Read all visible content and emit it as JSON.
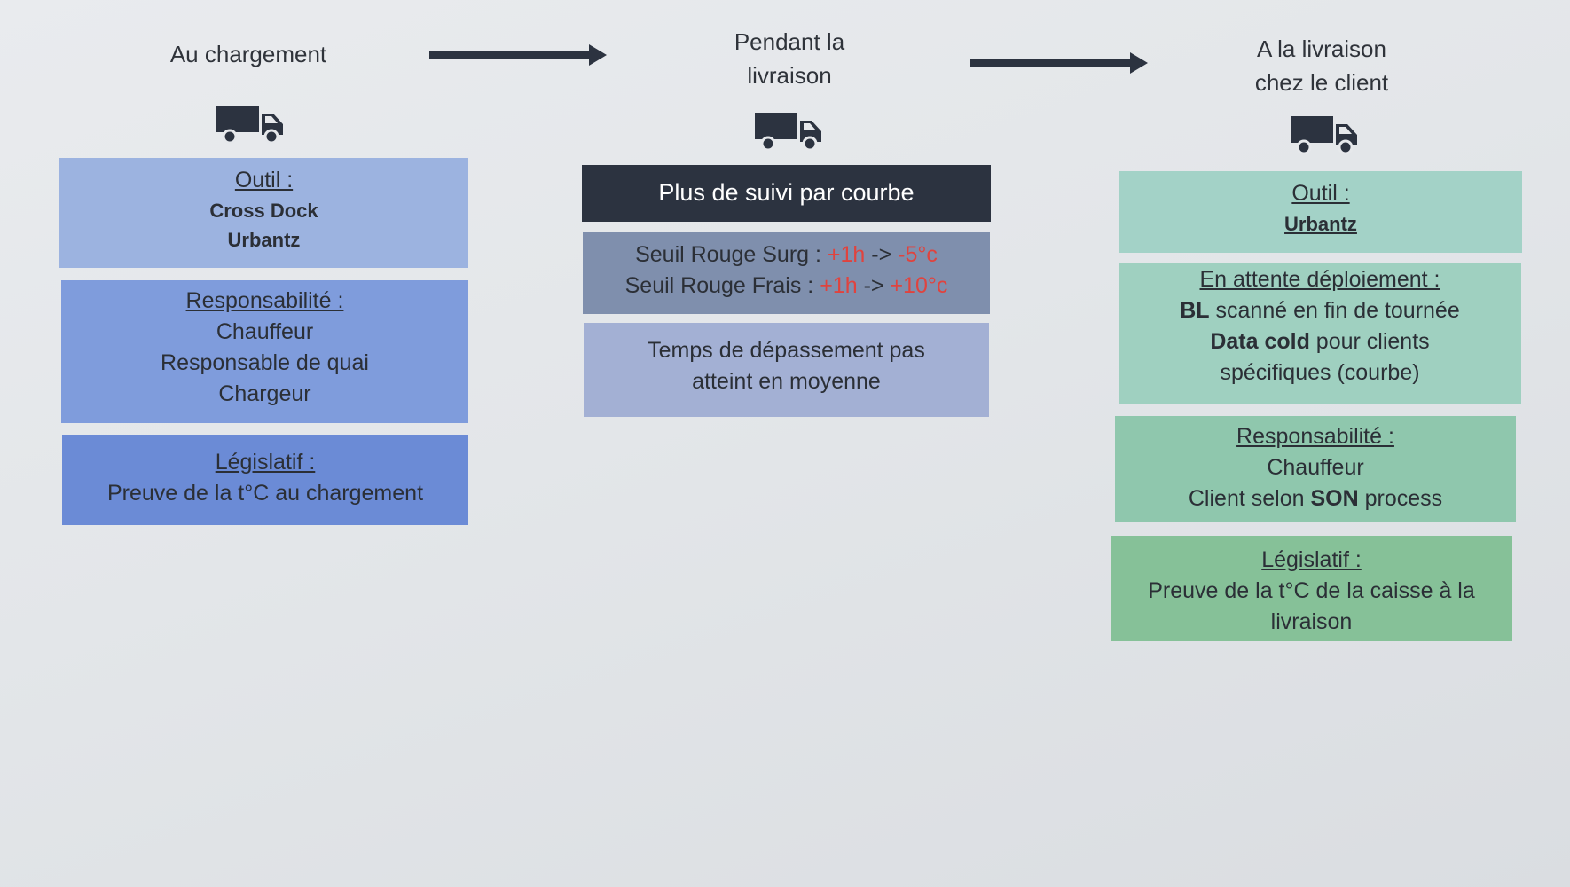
{
  "stages": {
    "loading": {
      "title": "Au chargement",
      "tool": {
        "heading": "Outil :",
        "lines": [
          "Cross Dock",
          "Urbantz"
        ]
      },
      "responsibility": {
        "heading": "Responsabilité :",
        "lines": [
          "Chauffeur",
          "Responsable de quai",
          "Chargeur"
        ]
      },
      "legal": {
        "heading": "Législatif :",
        "line": "Preuve de la t°C au chargement"
      }
    },
    "delivery": {
      "title_line1": "Pendant la",
      "title_line2": "livraison",
      "tracking": "Plus de suivi par courbe",
      "threshold": {
        "row1_label": "Seuil Rouge Surg :",
        "row1_time": "+1h",
        "row1_arrow": "->",
        "row1_temp": "-5°c",
        "row2_label": "Seuil Rouge Frais :",
        "row2_time": "+1h",
        "row2_arrow": "->",
        "row2_temp": "+10°c"
      },
      "note_line1": "Temps de dépassement pas",
      "note_line2": "atteint en moyenne"
    },
    "client": {
      "title_line1": "A la livraison",
      "title_line2": "chez le client",
      "tool": {
        "heading": "Outil :",
        "line": "Urbantz"
      },
      "pending": {
        "heading": "En attente déploiement :",
        "row1_bold": "BL",
        "row1_rest": " scanné en fin de tournée",
        "row2_bold": "Data cold",
        "row2_rest": " pour clients",
        "row3": "spécifiques (courbe)"
      },
      "responsibility": {
        "heading": "Responsabilité :",
        "row1": "Chauffeur",
        "row2_pre": "Client selon ",
        "row2_bold": "SON",
        "row2_post": " process"
      },
      "legal": {
        "heading": "Législatif :",
        "line1": "Preuve de la t°C de la caisse à la",
        "line2": "livraison"
      }
    }
  },
  "icons": {
    "truck": "truck-icon",
    "arrow": "arrow-right-icon"
  },
  "colors": {
    "dark": "#2c3340",
    "threshold_red": "#e0433e"
  }
}
